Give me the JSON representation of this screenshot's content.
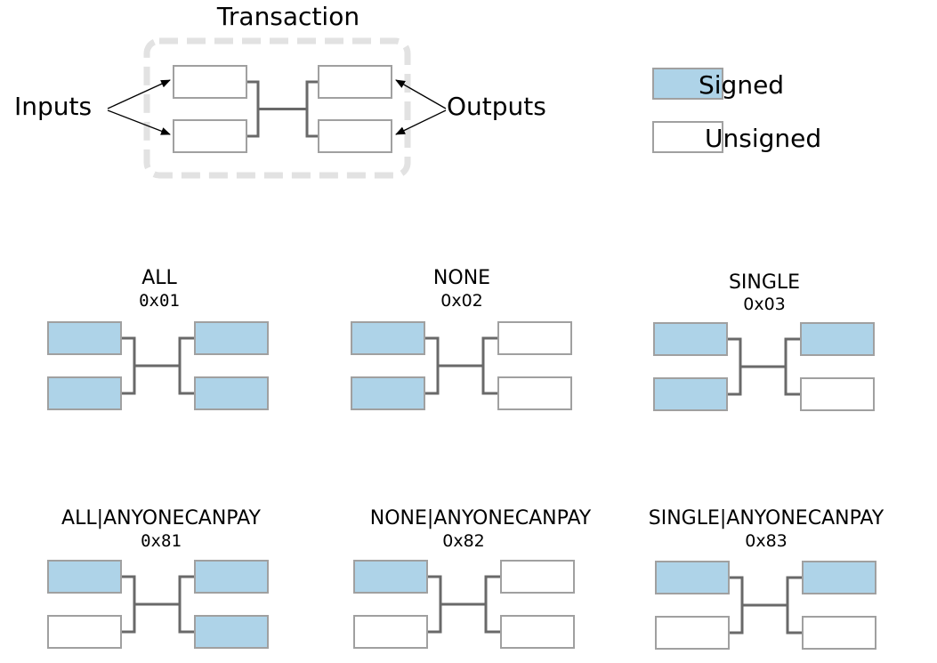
{
  "colors": {
    "signed": "#AED3E8",
    "unsigned": "#FFFFFF",
    "box_border": "#A0A0A0",
    "connector": "#696969",
    "dashed_border": "#E2E2E2",
    "arrow": "#000000"
  },
  "transaction": {
    "title": "Transaction",
    "inputs_label": "Inputs",
    "outputs_label": "Outputs",
    "inputs": [
      "unsigned",
      "unsigned"
    ],
    "outputs": [
      "unsigned",
      "unsigned"
    ]
  },
  "legend": {
    "items": [
      {
        "label": "Signed",
        "state": "signed"
      },
      {
        "label": "Unsigned",
        "state": "unsigned"
      }
    ]
  },
  "diagrams": [
    {
      "name": "ALL",
      "code": "0x01",
      "code_mono": true,
      "inputs": [
        "signed",
        "signed"
      ],
      "outputs": [
        "signed",
        "signed"
      ]
    },
    {
      "name": "NONE",
      "code": "0x02",
      "code_mono": false,
      "inputs": [
        "signed",
        "signed"
      ],
      "outputs": [
        "unsigned",
        "unsigned"
      ]
    },
    {
      "name": "SINGLE",
      "code": "0x03",
      "code_mono": false,
      "inputs": [
        "signed",
        "signed"
      ],
      "outputs": [
        "signed",
        "unsigned"
      ]
    },
    {
      "name": "ALL|ANYONECANPAY",
      "code": "0x81",
      "code_mono": true,
      "inputs": [
        "signed",
        "unsigned"
      ],
      "outputs": [
        "signed",
        "signed"
      ]
    },
    {
      "name": "NONE|ANYONECANPAY",
      "code": "0x82",
      "code_mono": false,
      "inputs": [
        "signed",
        "unsigned"
      ],
      "outputs": [
        "unsigned",
        "unsigned"
      ]
    },
    {
      "name": "SINGLE|ANYONECANPAY",
      "code": "0x83",
      "code_mono": false,
      "inputs": [
        "signed",
        "unsigned"
      ],
      "outputs": [
        "signed",
        "unsigned"
      ]
    }
  ]
}
